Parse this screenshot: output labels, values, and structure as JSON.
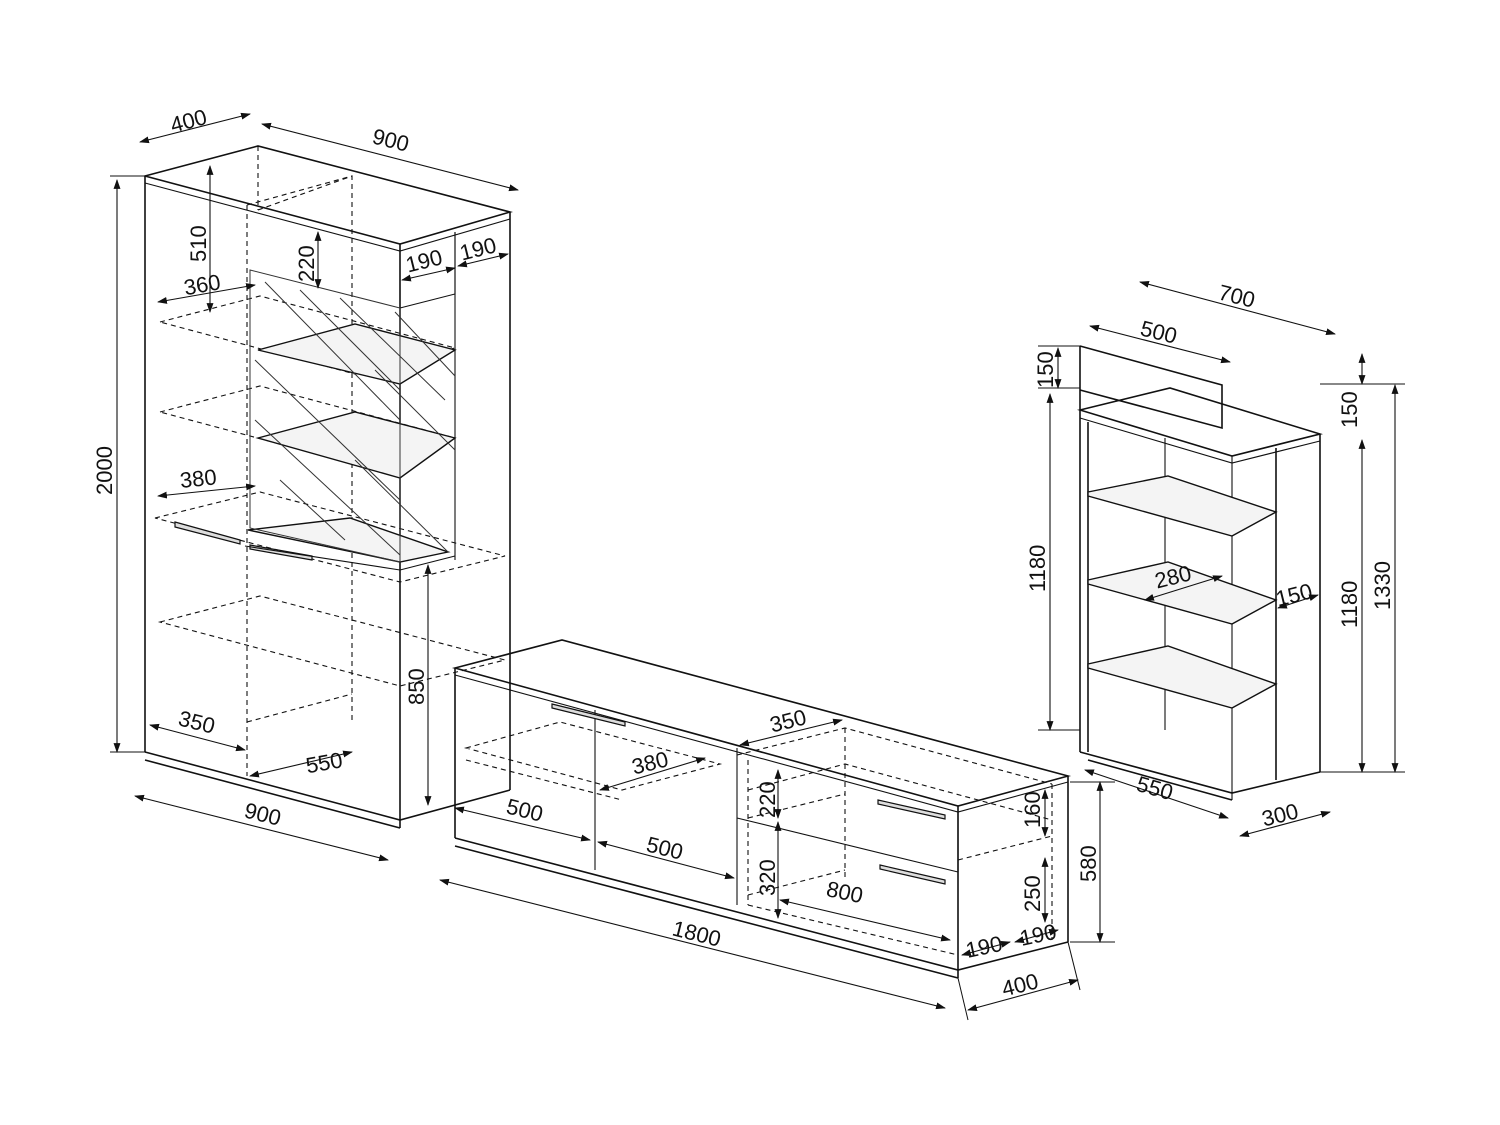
{
  "diagram": {
    "wall_cabinet": {
      "top_depth": "400",
      "top_width": "900",
      "height_total": "2000",
      "upper_section": "510",
      "shelf_depth_1": "360",
      "shelf_depth_2": "380",
      "top_box": "220",
      "side_1": "190",
      "side_2": "190",
      "lower_height": "850",
      "bottom_depth": "350",
      "bottom_inner": "550",
      "bottom_width": "900"
    },
    "tv_stand": {
      "inner_depth": "350",
      "shelf_depth": "380",
      "compartment_1": "500",
      "compartment_2": "500",
      "drawer_top": "220",
      "drawer_bottom": "320",
      "drawer_width": "800",
      "front_top": "160",
      "front_bottom": "250",
      "total_length": "1800",
      "side_1": "190",
      "side_2": "190",
      "depth": "400",
      "height": "580"
    },
    "shelf_unit": {
      "top_width": "700",
      "top_back": "500",
      "top_panel": "150",
      "left_height": "1180",
      "right_panel": "150",
      "right_height": "1180",
      "total_height": "1330",
      "shelf_depth": "280",
      "side_gap": "150",
      "width": "550",
      "depth": "300"
    }
  }
}
